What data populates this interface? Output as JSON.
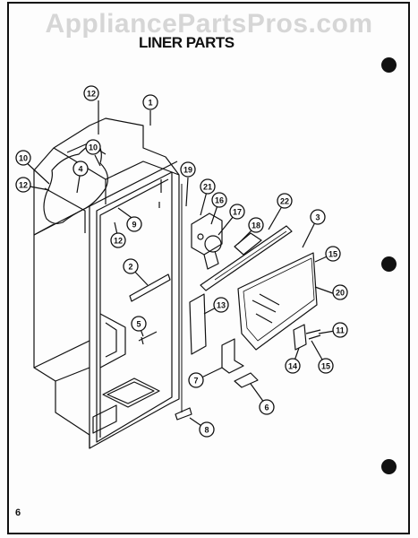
{
  "watermark": "AppliancePartsPros.com",
  "title": "LINER PARTS",
  "page_number": "6",
  "callouts": [
    {
      "label": "1"
    },
    {
      "label": "12"
    },
    {
      "label": "10"
    },
    {
      "label": "10"
    },
    {
      "label": "4"
    },
    {
      "label": "12"
    },
    {
      "label": "9"
    },
    {
      "label": "12"
    },
    {
      "label": "19"
    },
    {
      "label": "21"
    },
    {
      "label": "16"
    },
    {
      "label": "17"
    },
    {
      "label": "18"
    },
    {
      "label": "22"
    },
    {
      "label": "3"
    },
    {
      "label": "15"
    },
    {
      "label": "20"
    },
    {
      "label": "2"
    },
    {
      "label": "5"
    },
    {
      "label": "13"
    },
    {
      "label": "11"
    },
    {
      "label": "15"
    },
    {
      "label": "14"
    },
    {
      "label": "7"
    },
    {
      "label": "6"
    },
    {
      "label": "8"
    }
  ]
}
